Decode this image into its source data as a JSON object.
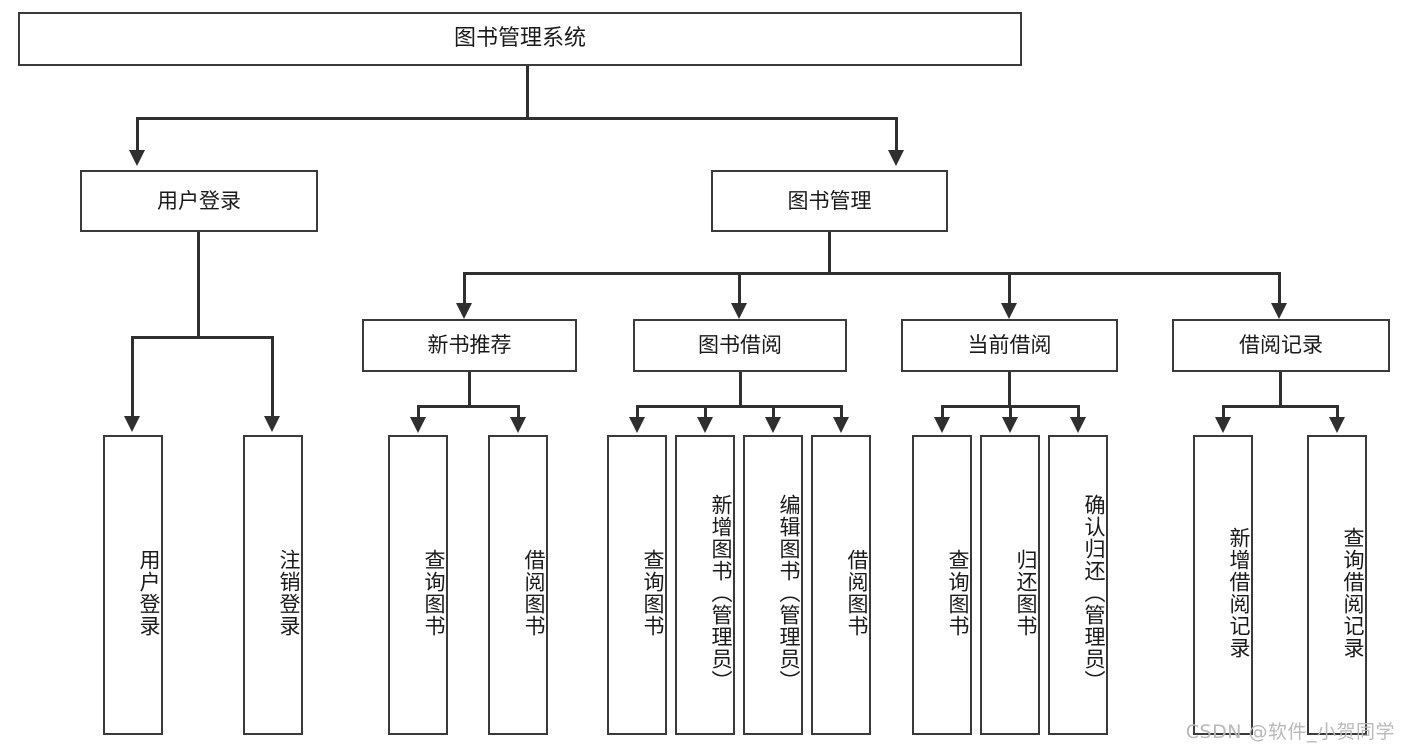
{
  "diagram": {
    "title": "图书管理系统",
    "type": "tree-hierarchy",
    "root": {
      "label": "图书管理系统"
    },
    "level2": [
      {
        "id": "user-login",
        "label": "用户登录"
      },
      {
        "id": "book-management",
        "label": "图书管理"
      }
    ],
    "level3": [
      {
        "id": "new-book-recommend",
        "label": "新书推荐"
      },
      {
        "id": "book-borrow",
        "label": "图书借阅"
      },
      {
        "id": "current-borrow",
        "label": "当前借阅"
      },
      {
        "id": "borrow-record",
        "label": "借阅记录"
      }
    ],
    "leaves": {
      "user_login": [
        {
          "id": "leaf-user-login",
          "label": "用户登录"
        },
        {
          "id": "leaf-logout",
          "label": "注销登录"
        }
      ],
      "new_book_recommend": [
        {
          "id": "leaf-query-book-1",
          "label": "查询图书"
        },
        {
          "id": "leaf-borrow-book-1",
          "label": "借阅图书"
        }
      ],
      "book_borrow": [
        {
          "id": "leaf-query-book-2",
          "label": "查询图书"
        },
        {
          "id": "leaf-add-book",
          "label": "新增图书（管理员）"
        },
        {
          "id": "leaf-edit-book",
          "label": "编辑图书（管理员）"
        },
        {
          "id": "leaf-borrow-book-2",
          "label": "借阅图书"
        }
      ],
      "current_borrow": [
        {
          "id": "leaf-query-book-3",
          "label": "查询图书"
        },
        {
          "id": "leaf-return-book",
          "label": "归还图书"
        },
        {
          "id": "leaf-confirm-return",
          "label": "确认归还（管理员）"
        }
      ],
      "borrow_record": [
        {
          "id": "leaf-add-record",
          "label": "新增借阅记录"
        },
        {
          "id": "leaf-query-record",
          "label": "查询借阅记录"
        }
      ]
    }
  },
  "watermark": {
    "text": "CSDN @软件_小贺同学"
  },
  "colors": {
    "border": "#3a3a3a",
    "connector": "#2f2f2f",
    "text": "#1a1a1a",
    "background": "#ffffff",
    "watermark": "#b9b9b9"
  }
}
